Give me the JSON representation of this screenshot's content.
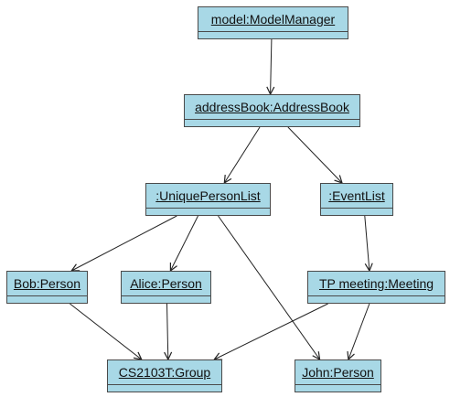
{
  "diagram": {
    "nodes": {
      "model_manager": "model:ModelManager",
      "address_book": "addressBook:AddressBook",
      "unique_person_list": ":UniquePersonList",
      "event_list": ":EventList",
      "bob": "Bob:Person",
      "alice": "Alice:Person",
      "tp_meeting": "TP meeting:Meeting",
      "group": "CS2103T:Group",
      "john": "John:Person"
    },
    "edges": [
      {
        "from": "model_manager",
        "to": "address_book"
      },
      {
        "from": "address_book",
        "to": "unique_person_list"
      },
      {
        "from": "address_book",
        "to": "event_list"
      },
      {
        "from": "unique_person_list",
        "to": "bob"
      },
      {
        "from": "unique_person_list",
        "to": "alice"
      },
      {
        "from": "unique_person_list",
        "to": "john"
      },
      {
        "from": "event_list",
        "to": "tp_meeting"
      },
      {
        "from": "bob",
        "to": "group"
      },
      {
        "from": "alice",
        "to": "group"
      },
      {
        "from": "tp_meeting",
        "to": "group"
      },
      {
        "from": "tp_meeting",
        "to": "john"
      }
    ],
    "colors": {
      "node_fill": "#a8d8e6",
      "node_border": "#4a4a4a",
      "edge": "#222222"
    }
  }
}
